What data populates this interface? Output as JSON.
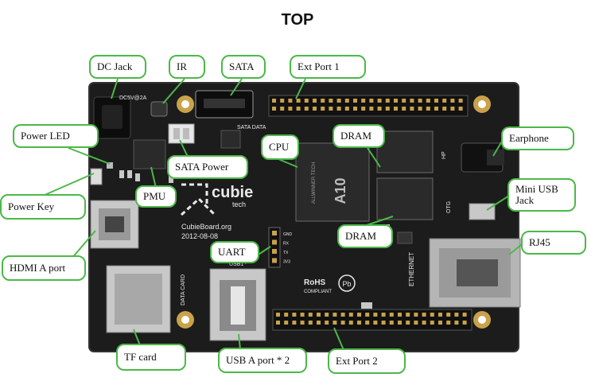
{
  "title": "TOP",
  "board": {
    "brand_word": "cubie",
    "brand_sub": "tech",
    "website": "CubieBoard.org",
    "date": "2012-08-08",
    "cpu_chip_label": "A10",
    "cpu_chip_vendor": "ALLWINNER TECH",
    "silk_dc": "DC5V@2A",
    "silk_sata": "SATA DATA",
    "silk_datacard": "DATA CARD",
    "silk_usb": "USB1",
    "silk_ethernet": "ETHERNET",
    "silk_otg": "OTG",
    "silk_hp": "HP",
    "silk_rohs": "RoHS",
    "silk_compliant": "COMPLIANT",
    "silk_pb": "Pb",
    "uart_pins": [
      "GND",
      "RX",
      "TX",
      "3V3"
    ]
  },
  "labels": {
    "dc_jack": "DC Jack",
    "ir": "IR",
    "sata": "SATA",
    "ext_port_1": "Ext Port 1",
    "power_led": "Power LED",
    "cpu": "CPU",
    "dram_top": "DRAM",
    "earphone": "Earphone",
    "sata_power": "SATA Power",
    "power_key": "Power Key",
    "pmu": "PMU",
    "mini_usb_jack": "Mini USB\nJack",
    "hdmi_a_port": "HDMI A port",
    "uart": "UART",
    "dram_bottom": "DRAM",
    "rj45": "RJ45",
    "tf_card": "TF card",
    "usb_a_port": "USB A port * 2",
    "ext_port_2": "Ext Port 2"
  },
  "colors": {
    "board": "#1c1c1c",
    "callout_border": "#4cb848",
    "silkscreen": "#e8e8e8",
    "chip": "#2a2a2a",
    "metal": "#c8c8c8",
    "gold": "#c9a24a"
  }
}
